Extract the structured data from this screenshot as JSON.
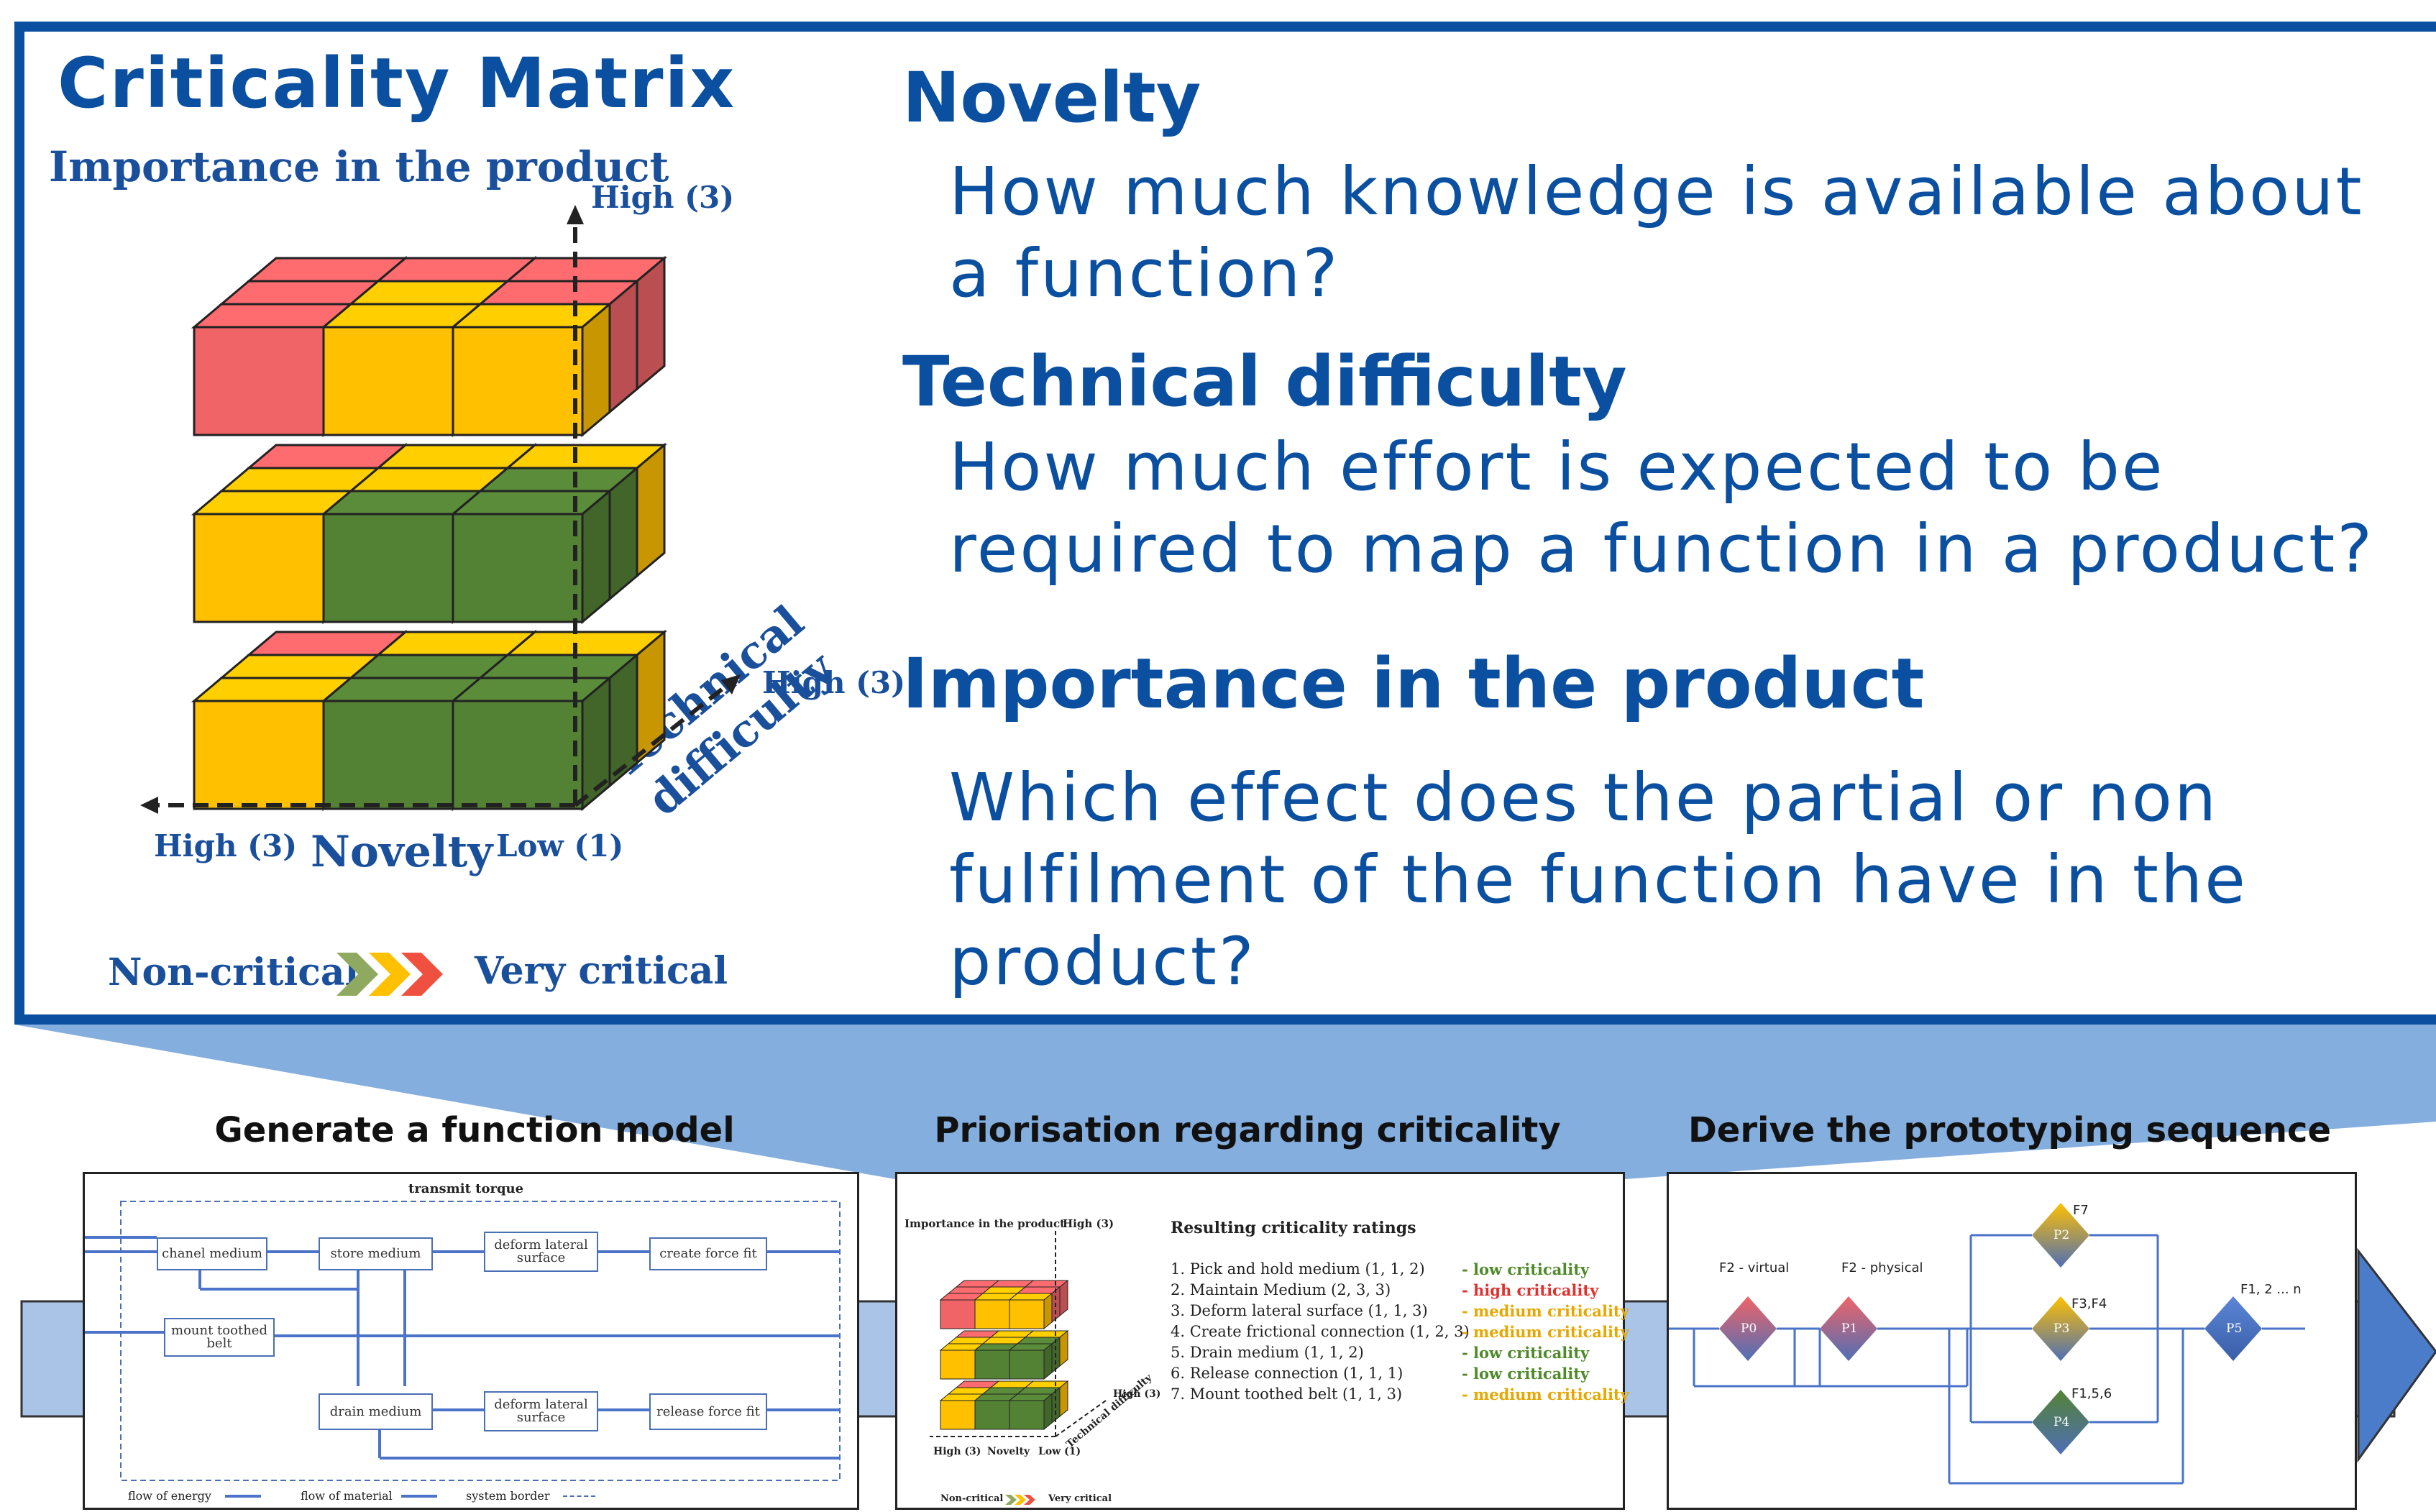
{
  "matrix": {
    "title": "Criticality Matrix",
    "y_axis_label": "Importance in the product",
    "y_high": "High (3)",
    "depth_high": "High (3)",
    "x_high": "High (3)",
    "x_label": "Novelty",
    "x_low": "Low (1)",
    "depth_label_line1": "Technical",
    "depth_label_line2": "difficulty",
    "legend_low": "Non-critical",
    "legend_high": "Very critical",
    "colors": {
      "red": "#f06468",
      "yellow": "#ffc000",
      "green": "#548235"
    }
  },
  "criteria": [
    {
      "heading": "Novelty",
      "lines": [
        "How much knowledge is available about",
        "a function?"
      ]
    },
    {
      "heading": "Technical difficulty",
      "lines": [
        "How much effort is expected to be",
        "required to map a function in a product?"
      ]
    },
    {
      "heading": "Importance in the product",
      "lines": [
        "Which effect does the partial or non",
        "fulfilment of the function have in the",
        "product?"
      ]
    }
  ],
  "steps": [
    {
      "title": "Generate a function model"
    },
    {
      "title": "Priorisation regarding criticality"
    },
    {
      "title": "Derive the prototyping sequence"
    }
  ],
  "function_model": {
    "top_label": "transmit torque",
    "boxes": [
      "chanel medium",
      "store medium",
      "deform lateral surface",
      "create force fit",
      "mount toothed belt",
      "drain medium",
      "deform lateral surface",
      "release force fit"
    ],
    "legend": [
      "flow of energy",
      "flow of material",
      "system border"
    ]
  },
  "criticality_panel": {
    "mini_y_label": "Importance in the product",
    "mini_y_high": "High (3)",
    "mini_depth_high": "High (3)",
    "mini_x_high": "High (3)",
    "mini_x_label": "Novelty",
    "mini_x_low": "Low (1)",
    "mini_depth_label": "Technical difficulty",
    "mini_legend_low": "Non-critical",
    "mini_legend_high": "Very critical",
    "ratings_title": "Resulting criticality ratings",
    "ratings": [
      {
        "item": "1. Pick and hold medium (1, 1, 2)",
        "level": "- low criticality",
        "color": "#4f8a2a"
      },
      {
        "item": "2. Maintain Medium (2, 3, 3)",
        "level": "- high criticality",
        "color": "#e0312f"
      },
      {
        "item": "3. Deform lateral surface (1, 1, 3)",
        "level": "- medium criticality",
        "color": "#e6a700"
      },
      {
        "item": "4. Create frictional connection (1, 2, 3)",
        "level": "- medium criticality",
        "color": "#e6a700"
      },
      {
        "item": "5. Drain medium (1, 1, 2)",
        "level": "- low criticality",
        "color": "#4f8a2a"
      },
      {
        "item": "6. Release connection (1, 1, 1)",
        "level": "- low criticality",
        "color": "#4f8a2a"
      },
      {
        "item": "7. Mount toothed belt (1, 1, 3)",
        "level": "- medium criticality",
        "color": "#e6a700"
      }
    ]
  },
  "sequence": {
    "labels": [
      "F2 - virtual",
      "F2 - physical",
      "F7",
      "F3,F4",
      "F1,5,6",
      "F1, 2 ... n"
    ],
    "nodes": [
      "P0",
      "P1",
      "P2",
      "P3",
      "P4",
      "P5"
    ]
  }
}
